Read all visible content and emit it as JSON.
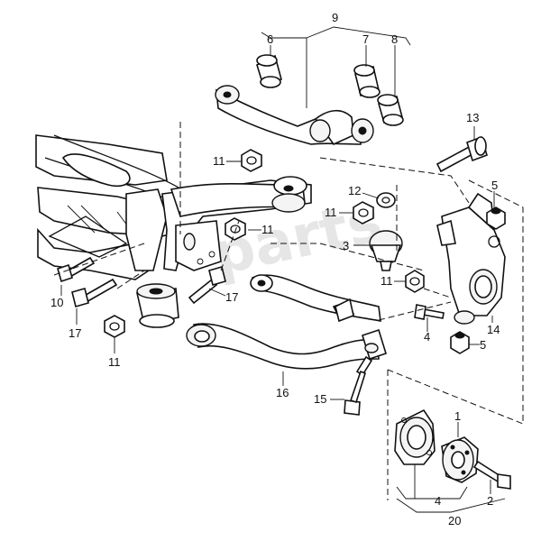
{
  "callouts": {
    "c1": "1",
    "c2": "2",
    "c3": "3",
    "c4a": "4",
    "c4b": "4",
    "c5a": "5",
    "c5b": "5",
    "c6": "6",
    "c7": "7",
    "c8": "8",
    "c9": "9",
    "c10": "10",
    "c11a": "11",
    "c11b": "11",
    "c11c": "11",
    "c11d": "11",
    "c11e": "11",
    "c12": "12",
    "c13": "13",
    "c14": "14",
    "c15": "15",
    "c16": "16",
    "c17a": "17",
    "c17b": "17",
    "c20": "20"
  },
  "watermark": "parts"
}
